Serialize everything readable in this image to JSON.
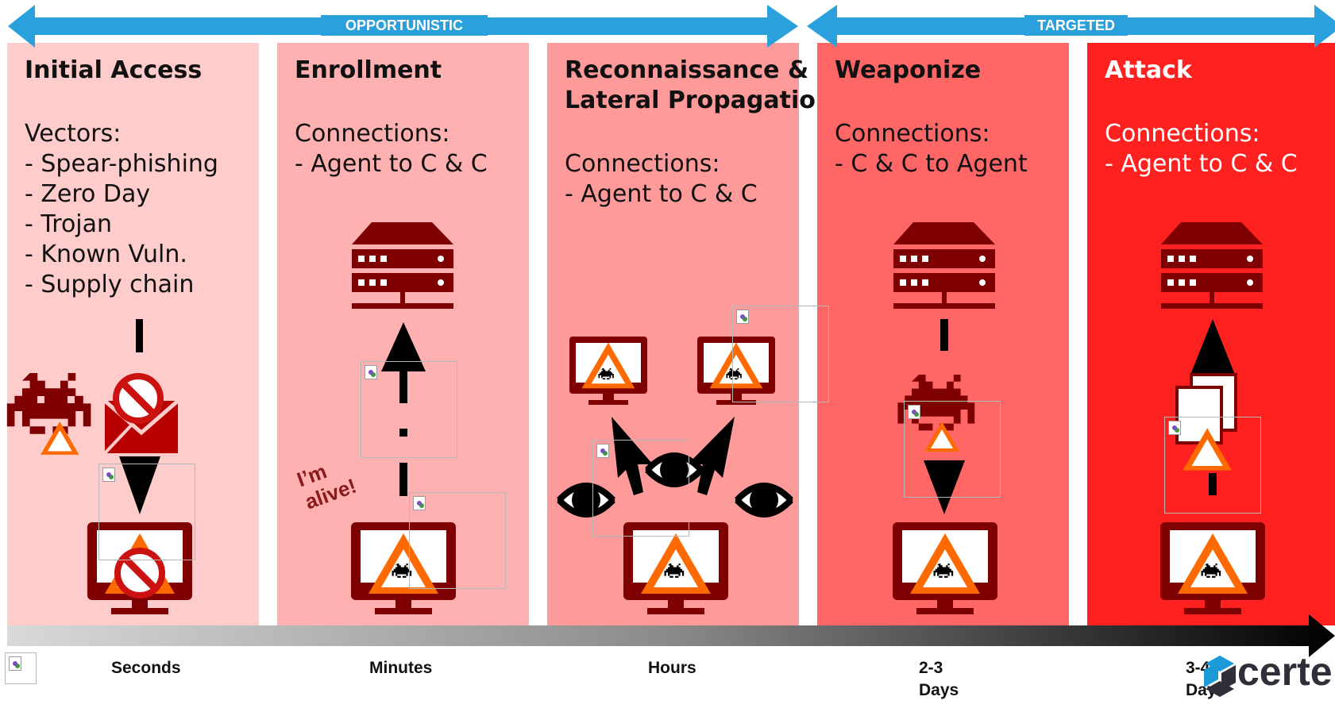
{
  "phases": {
    "opportunistic": "OPPORTUNISTIC",
    "targeted": "TARGETED"
  },
  "panels": [
    {
      "title": "Initial Access",
      "body": "Vectors:\n- Spear-phishing\n- Zero Day\n- Trojan\n- Known Vuln.\n- Supply chain",
      "color": "#ffcccc"
    },
    {
      "title": "Enrollment",
      "body": "Connections:\n- Agent to C & C",
      "color": "#ffb0b0"
    },
    {
      "title": "Reconnaissance &\nLateral Propagation",
      "body": "Connections:\n- Agent to C & C",
      "color": "#ff9a9a"
    },
    {
      "title": "Weaponize",
      "body": "Connections:\n- C & C to Agent",
      "color": "#ff6666"
    },
    {
      "title": "Attack",
      "body": "Connections:\n- Agent to C & C",
      "color": "#ff2020"
    }
  ],
  "enrollment_note": "I’m\nalive!",
  "timeline": [
    "Seconds",
    "Minutes",
    "Hours",
    "2-3\nDays",
    "3-4\nDays"
  ],
  "logo": "certe",
  "colors": {
    "arrow_blue": "#2aa0dc",
    "dark_red": "#7f0000",
    "warning_orange": "#ff6a00"
  },
  "icons": [
    "server-icon",
    "monitor-icon",
    "warning-icon",
    "invader-icon",
    "envelope-icon",
    "no-entry-icon",
    "eye-icon",
    "document-icon",
    "cursor-arrow-icon"
  ]
}
